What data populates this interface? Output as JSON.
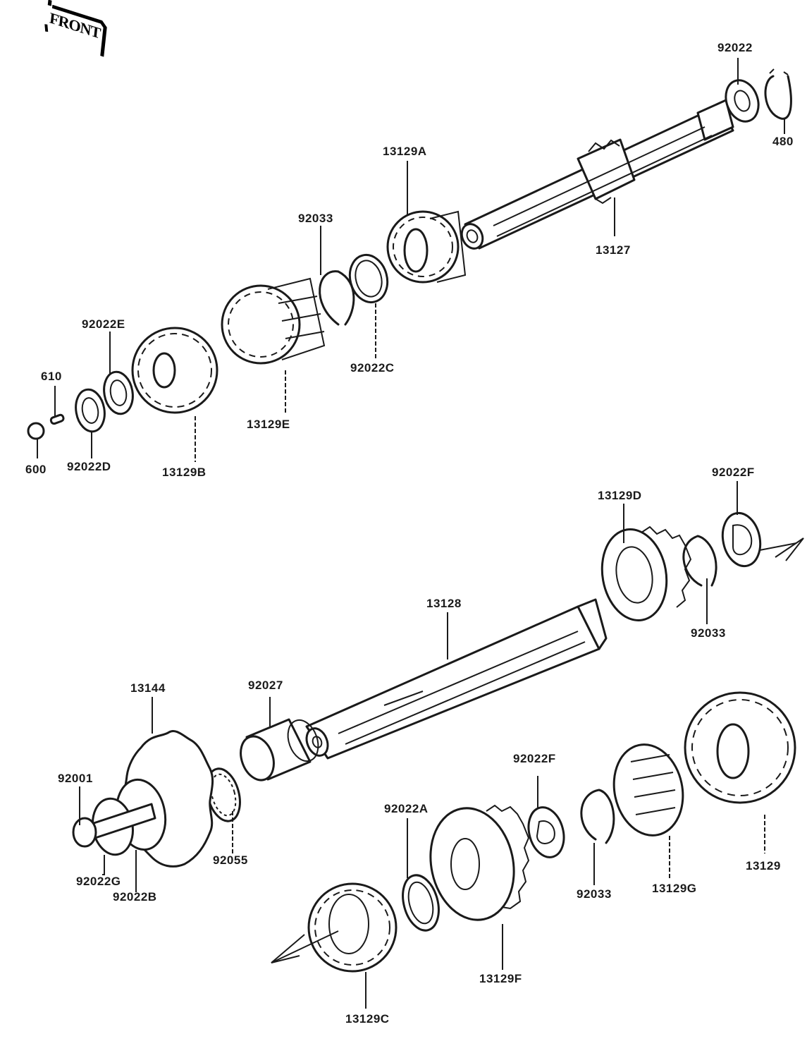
{
  "diagram": {
    "title": "Transmission (exploded parts view)",
    "front_marker": "FRONT",
    "colors": {
      "ink": "#1a1a1a",
      "paper": "#ffffff"
    },
    "labels": {
      "p92022": "92022",
      "p480": "480",
      "p13129A": "13129A",
      "p13127": "13127",
      "p92033_top": "92033",
      "p92022C": "92022C",
      "p92022E": "92022E",
      "p610": "610",
      "p600": "600",
      "p92022D": "92022D",
      "p13129B": "13129B",
      "p13129E": "13129E",
      "p13129D": "13129D",
      "p92022F_top": "92022F",
      "p92033_mid": "92033",
      "p13128": "13128",
      "p13144": "13144",
      "p92027": "92027",
      "p92001": "92001",
      "p92055": "92055",
      "p92022G": "92022G",
      "p92022B": "92022B",
      "p92022F_bot": "92022F",
      "p92022A": "92022A",
      "p92033_bot": "92033",
      "p13129G": "13129G",
      "p13129": "13129",
      "p13129F": "13129F",
      "p13129C": "13129C"
    }
  }
}
